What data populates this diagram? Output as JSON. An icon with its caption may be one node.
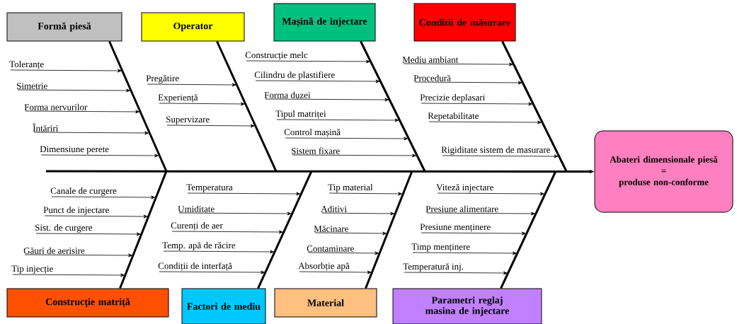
{
  "diagram": {
    "nodes": [
      {
        "text": [
          "Formă piesă"
        ]
      },
      {
        "text": [
          "Toleranțe"
        ]
      },
      {
        "text": [
          "Simetrie"
        ]
      },
      {
        "text": [
          "Forma nervurilor"
        ]
      },
      {
        "text": [
          "Întăriri"
        ]
      },
      {
        "text": [
          "Dimensiune perete"
        ]
      },
      {
        "text": [
          "Operator"
        ]
      },
      {
        "text": [
          "Pregătire"
        ]
      },
      {
        "text": [
          "Experiență"
        ]
      },
      {
        "text": [
          "Supervizare"
        ]
      },
      {
        "text": [
          "Mașină de injectare"
        ]
      },
      {
        "text": [
          "Construcție melc"
        ]
      },
      {
        "text": [
          "Cilindru de plastifiere"
        ]
      },
      {
        "text": [
          "Forma duzei"
        ]
      },
      {
        "text": [
          "Tipul matriței"
        ]
      },
      {
        "text": [
          "Control mașină"
        ]
      },
      {
        "text": [
          "Sistem fixare"
        ]
      },
      {
        "text": [
          "Conditii de măsurare"
        ]
      },
      {
        "text": [
          "Mediu ambiant"
        ]
      },
      {
        "text": [
          "Procedură"
        ]
      },
      {
        "text": [
          "Precizie deplasari"
        ]
      },
      {
        "text": [
          "Repetabilitate"
        ]
      },
      {
        "text": [
          "Rigiditate sistem de masurare"
        ]
      },
      {
        "text": [
          "Construcție matriță"
        ]
      },
      {
        "text": [
          "Canale de curgere"
        ]
      },
      {
        "text": [
          "Punct de injectare"
        ]
      },
      {
        "text": [
          "Sist. de curgere"
        ]
      },
      {
        "text": [
          "Găuri de aerisire"
        ]
      },
      {
        "text": [
          "Tip injecție"
        ]
      },
      {
        "text": [
          "Factori de mediu"
        ]
      },
      {
        "text": [
          "Temperatura"
        ]
      },
      {
        "text": [
          "Umiditate"
        ]
      },
      {
        "text": [
          "Curenți de aer"
        ]
      },
      {
        "text": [
          "Temp. apă de răcire"
        ]
      },
      {
        "text": [
          "Condiții de interfață"
        ]
      },
      {
        "text": [
          "Material"
        ]
      },
      {
        "text": [
          "Tip material"
        ]
      },
      {
        "text": [
          "Aditivi"
        ]
      },
      {
        "text": [
          "Măcinare"
        ]
      },
      {
        "text": [
          "Contaminare"
        ]
      },
      {
        "text": [
          "Absorbție apă"
        ]
      },
      {
        "text": [
          "Parametri reglaj masina de injectare"
        ]
      },
      {
        "text": [
          "Viteză injectare"
        ]
      },
      {
        "text": [
          "Presiune alimentare"
        ]
      },
      {
        "text": [
          "Presiune menținere"
        ]
      },
      {
        "text": [
          "Timp menținere"
        ]
      },
      {
        "text": [
          "Temperatură inj."
        ]
      },
      {
        "text": [
          "Abateri dimensionale piesă",
          "=",
          "produse non-conforme"
        ]
      }
    ],
    "edges": [
      {
        "from": 0,
        "to": null,
        "arrow": "none",
        "style": "thick"
      },
      {
        "from": 1,
        "to": null,
        "arrow": "to"
      },
      {
        "from": 2,
        "to": null,
        "arrow": "to"
      },
      {
        "from": 3,
        "to": null,
        "arrow": "to"
      },
      {
        "from": 4,
        "to": null,
        "arrow": "to"
      },
      {
        "from": 5,
        "to": null,
        "arrow": "to"
      },
      {
        "from": 6,
        "to": null,
        "arrow": "none",
        "style": "thick"
      },
      {
        "from": 7,
        "to": null,
        "arrow": "to"
      },
      {
        "from": 8,
        "to": null,
        "arrow": "to"
      },
      {
        "from": 9,
        "to": null,
        "arrow": "to"
      },
      {
        "from": 10,
        "to": null,
        "arrow": "none",
        "style": "thick"
      },
      {
        "from": 11,
        "to": null,
        "arrow": "to"
      },
      {
        "from": 12,
        "to": null,
        "arrow": "to"
      },
      {
        "from": 13,
        "to": null,
        "arrow": "to"
      },
      {
        "from": 14,
        "to": null,
        "arrow": "to"
      },
      {
        "from": 15,
        "to": null,
        "arrow": "to"
      },
      {
        "from": 16,
        "to": null,
        "arrow": "to"
      },
      {
        "from": 17,
        "to": null,
        "arrow": "none",
        "style": "thick"
      },
      {
        "from": 18,
        "to": null,
        "arrow": "to"
      },
      {
        "from": 19,
        "to": null,
        "arrow": "to"
      },
      {
        "from": 20,
        "to": null,
        "arrow": "to"
      },
      {
        "from": 21,
        "to": null,
        "arrow": "to"
      },
      {
        "from": 22,
        "to": null,
        "arrow": "to"
      },
      {
        "from": 23,
        "to": null,
        "arrow": "none",
        "style": "thick"
      },
      {
        "from": 24,
        "to": null,
        "arrow": "to"
      },
      {
        "from": 25,
        "to": null,
        "arrow": "to"
      },
      {
        "from": 26,
        "to": null,
        "arrow": "to"
      },
      {
        "from": 27,
        "to": null,
        "arrow": "to"
      },
      {
        "from": 28,
        "to": null,
        "arrow": "to"
      },
      {
        "from": 29,
        "to": null,
        "arrow": "none",
        "style": "thick"
      },
      {
        "from": 30,
        "to": null,
        "arrow": "to"
      },
      {
        "from": 31,
        "to": null,
        "arrow": "to"
      },
      {
        "from": 32,
        "to": null,
        "arrow": "to"
      },
      {
        "from": 33,
        "to": null,
        "arrow": "to"
      },
      {
        "from": 34,
        "to": null,
        "arrow": "to"
      },
      {
        "from": 35,
        "to": null,
        "arrow": "none",
        "style": "thick"
      },
      {
        "from": 36,
        "to": null,
        "arrow": "to"
      },
      {
        "from": 37,
        "to": null,
        "arrow": "to"
      },
      {
        "from": 38,
        "to": null,
        "arrow": "to"
      },
      {
        "from": 39,
        "to": null,
        "arrow": "to"
      },
      {
        "from": 40,
        "to": null,
        "arrow": "to"
      },
      {
        "from": 41,
        "to": null,
        "arrow": "none",
        "style": "thick"
      },
      {
        "from": 42,
        "to": null,
        "arrow": "to"
      },
      {
        "from": 43,
        "to": null,
        "arrow": "to"
      },
      {
        "from": 44,
        "to": null,
        "arrow": "to"
      },
      {
        "from": 45,
        "to": null,
        "arrow": "to"
      },
      {
        "from": 46,
        "to": null,
        "arrow": "to"
      },
      {
        "from": null,
        "to": 47,
        "arrow": "to",
        "style": "thick"
      }
    ]
  }
}
